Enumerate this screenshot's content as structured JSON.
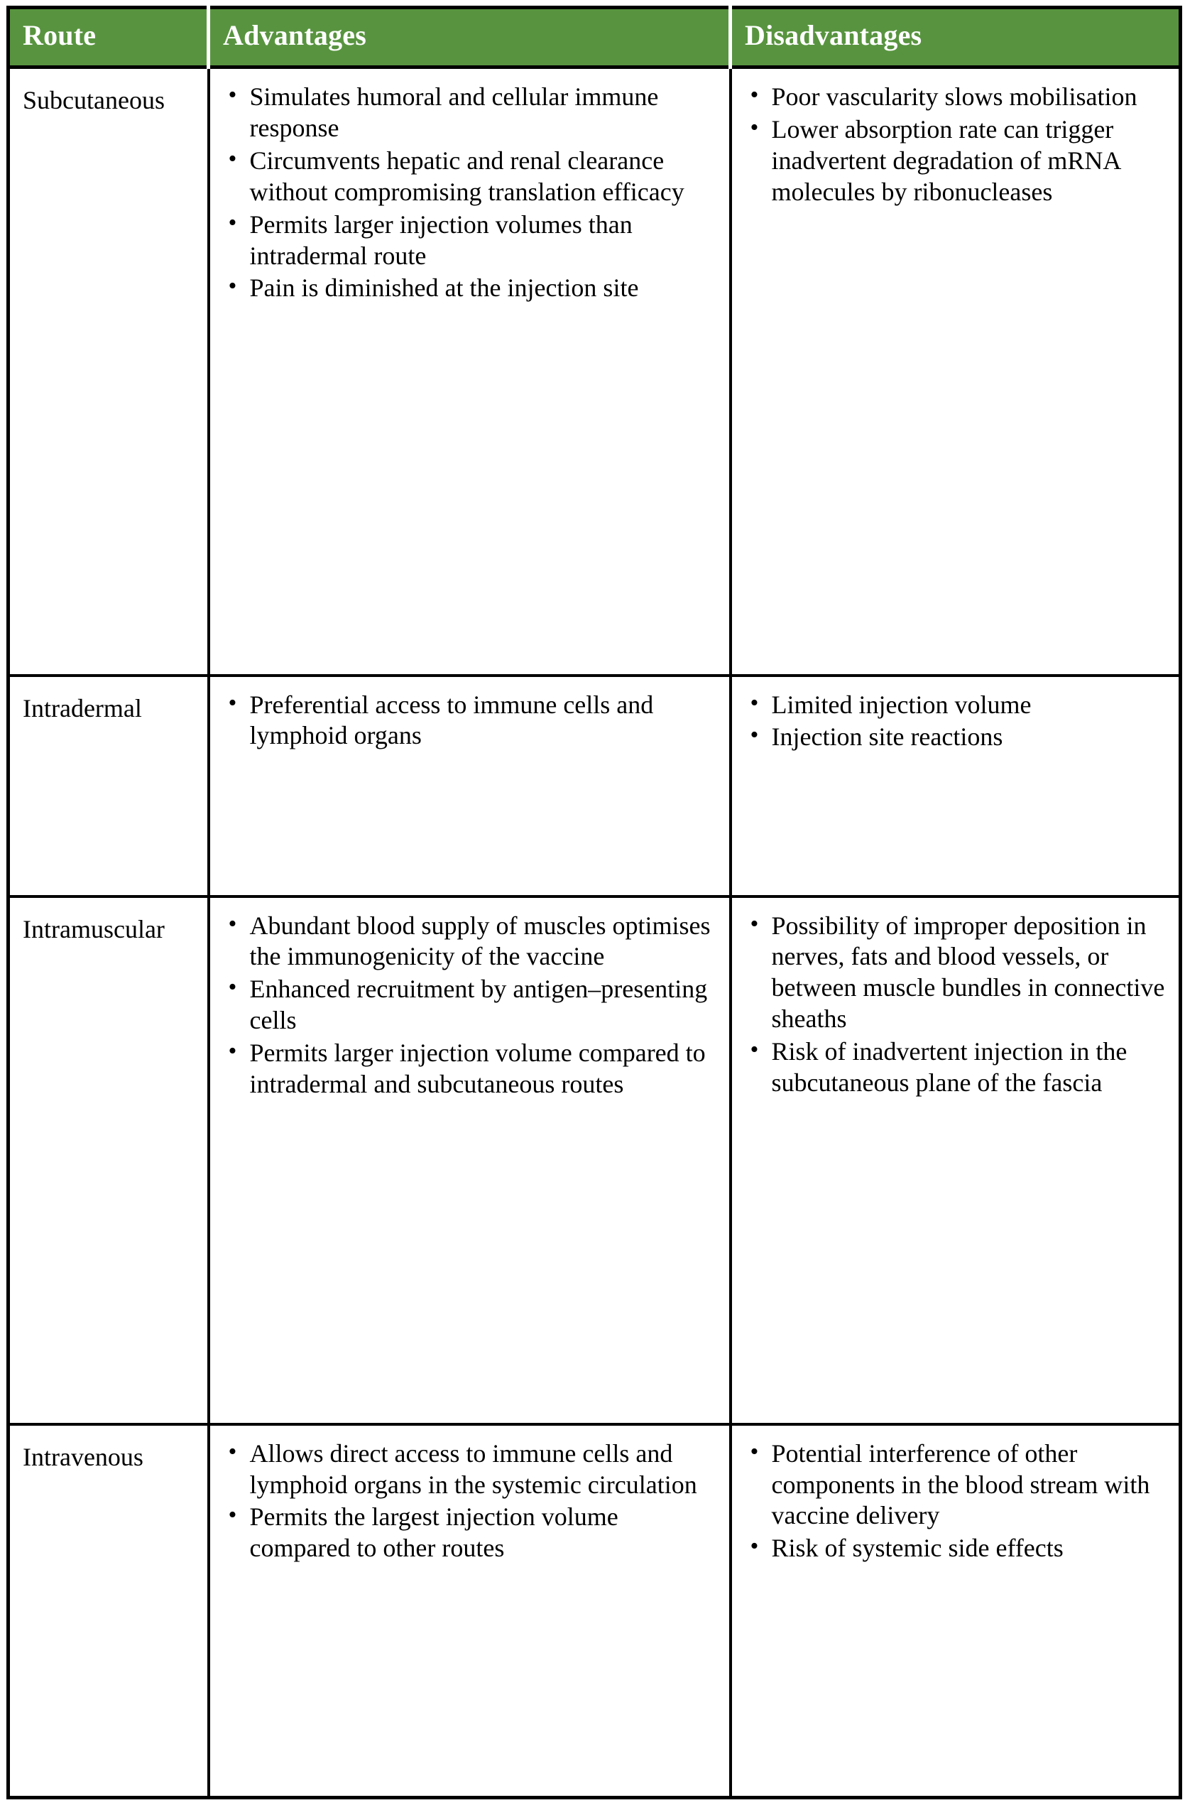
{
  "colors": {
    "header_background": "#58943f",
    "header_text": "#ffffff",
    "border": "#000000",
    "cell_background": "#ffffff",
    "body_text": "#000000"
  },
  "table": {
    "columns": [
      {
        "key": "route",
        "label": "Route"
      },
      {
        "key": "advantages",
        "label": "Advantages"
      },
      {
        "key": "disadvantages",
        "label": "Disadvantages"
      }
    ],
    "rows": [
      {
        "route": "Subcutaneous",
        "advantages": [
          "Simulates humoral and cellular immune response",
          "Circumvents hepatic and renal clearance without compromising translation efficacy",
          "Permits larger injection volumes than intradermal route",
          "Pain is diminished at the injection site"
        ],
        "disadvantages": [
          "Poor vascularity slows mobilisation",
          "Lower absorption rate can trigger inadvertent degradation of mRNA molecules by ribonucleases"
        ]
      },
      {
        "route": "Intradermal",
        "advantages": [
          "Preferential access to immune cells and lymphoid organs"
        ],
        "disadvantages": [
          "Limited injection volume",
          "Injection site reactions"
        ]
      },
      {
        "route": "Intramuscular",
        "advantages": [
          "Abundant blood supply of muscles optimises the immunogenicity of the vaccine",
          "Enhanced recruitment by antigen–presenting cells",
          "Permits larger injection volume compared to intradermal and subcutaneous routes"
        ],
        "disadvantages": [
          "Possibility of improper deposition in nerves, fats and blood vessels, or between muscle bundles in connective sheaths",
          "Risk of inadvertent injection in the subcutaneous plane of the fascia"
        ]
      },
      {
        "route": "Intravenous",
        "advantages": [
          "Allows direct access to immune cells and lymphoid organs in the systemic circulation",
          "Permits the largest injection volume compared to other routes"
        ],
        "disadvantages": [
          "Potential interference of other components in the blood stream with vaccine delivery",
          "Risk of systemic side effects"
        ]
      }
    ]
  }
}
